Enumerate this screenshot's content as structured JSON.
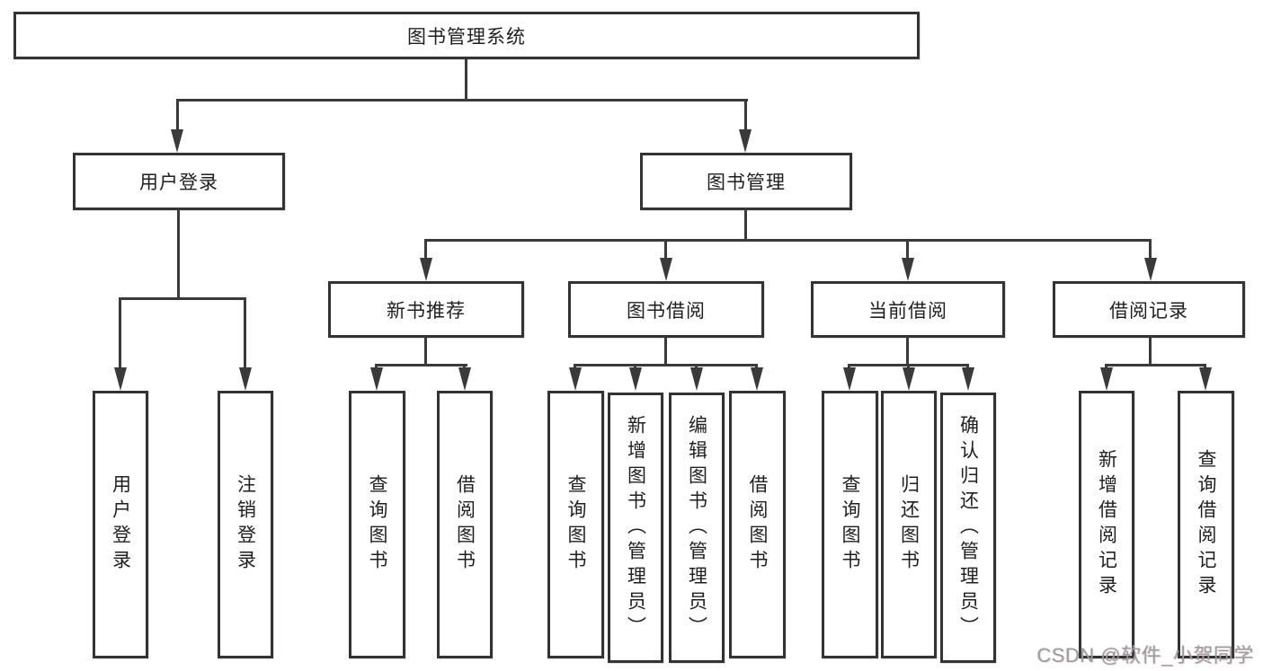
{
  "colors": {
    "stroke": "#3a3a3a",
    "box_border": "#333333",
    "text": "#1f1f1f",
    "background": "#ffffff",
    "watermark": "#9d9d9d"
  },
  "tree": {
    "label": "图书管理系统",
    "children": [
      {
        "label": "用户登录",
        "children": [
          {
            "label": "用户登录"
          },
          {
            "label": "注销登录"
          }
        ]
      },
      {
        "label": "图书管理",
        "children": [
          {
            "label": "新书推荐",
            "children": [
              {
                "label": "查询图书"
              },
              {
                "label": "借阅图书"
              }
            ]
          },
          {
            "label": "图书借阅",
            "children": [
              {
                "label": "查询图书"
              },
              {
                "label": "新增图书（管理员）"
              },
              {
                "label": "编辑图书（管理员）"
              },
              {
                "label": "借阅图书"
              }
            ]
          },
          {
            "label": "当前借阅",
            "children": [
              {
                "label": "查询图书"
              },
              {
                "label": "归还图书"
              },
              {
                "label": "确认归还（管理员）"
              }
            ]
          },
          {
            "label": "借阅记录",
            "children": [
              {
                "label": "新增借阅记录"
              },
              {
                "label": "查询借阅记录"
              }
            ]
          }
        ]
      }
    ]
  },
  "watermark": {
    "text": "CSDN @软件_小贺同学"
  }
}
